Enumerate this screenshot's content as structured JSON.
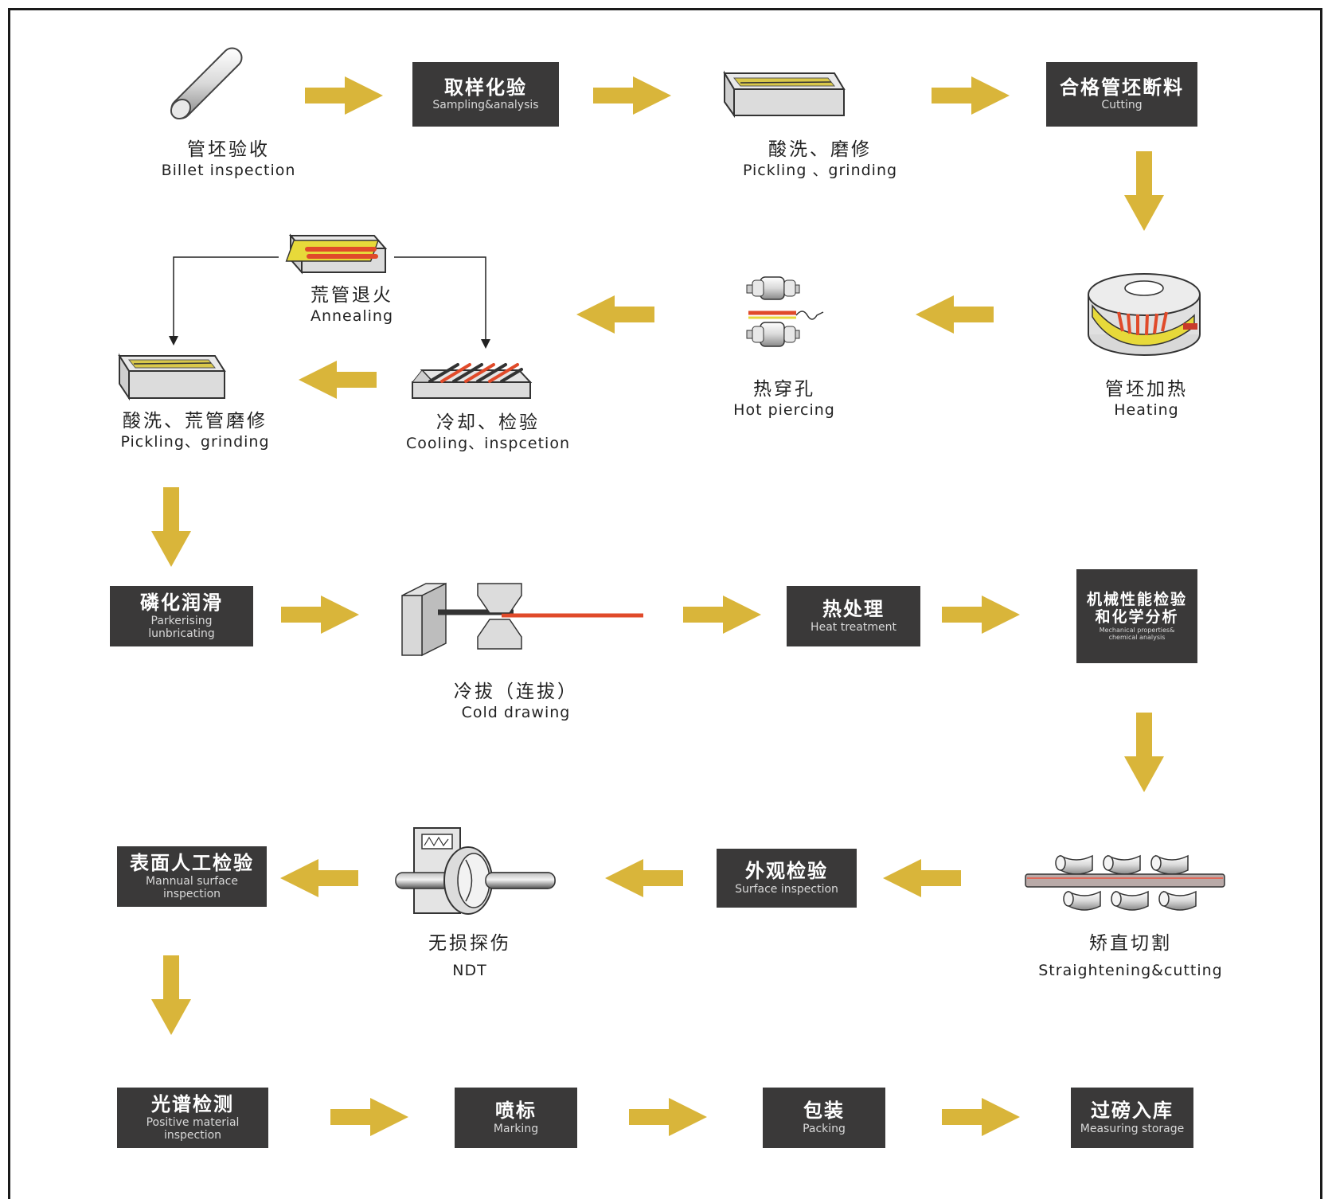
{
  "colors": {
    "arrow": "#d9b53a",
    "box": "#3a3939",
    "frame": "#1a1a1a",
    "hot": "#e04a2a",
    "metal": "#d8d8d8"
  },
  "steps": [
    {
      "id": "billet",
      "zh": "管坯验收",
      "en": "Billet  inspection",
      "icon": "billet-rod-icon"
    },
    {
      "id": "sampling",
      "zh": "取样化验",
      "en": "Sampling&analysis"
    },
    {
      "id": "pickling1",
      "zh": "酸洗、磨修",
      "en": "Pickling 、grinding",
      "icon": "pickling-tank-icon"
    },
    {
      "id": "cutting",
      "zh": "合格管坯断料",
      "en": "Cutting"
    },
    {
      "id": "heating",
      "zh": "管坯加热",
      "en": "Heating",
      "icon": "rotary-furnace-icon"
    },
    {
      "id": "piercing",
      "zh": "热穿孔",
      "en": "Hot piercing",
      "icon": "piercing-rolls-icon"
    },
    {
      "id": "annealing",
      "zh": "荒管退火",
      "en": "Annealing",
      "icon": "annealing-furnace-icon"
    },
    {
      "id": "cooling",
      "zh": "冷却、检验",
      "en": "Cooling、inspcetion",
      "icon": "cooling-bed-icon"
    },
    {
      "id": "pickling2",
      "zh": "酸洗、荒管磨修",
      "en": "Pickling、grinding",
      "icon": "pickling-tank-icon"
    },
    {
      "id": "lubrication",
      "zh": "磷化润滑",
      "en1": "Parkerising",
      "en2": "lunbricating"
    },
    {
      "id": "drawing",
      "zh": "冷拔（连拔）",
      "en": "Cold drawing",
      "icon": "cold-drawing-die-icon"
    },
    {
      "id": "heat_treatment",
      "zh": "热处理",
      "en": "Heat treatment"
    },
    {
      "id": "mech_test",
      "zh1": "机械性能检验",
      "zh2": "和化学分析",
      "en": "Mechanical properties& chemical analysis"
    },
    {
      "id": "straightening",
      "zh": "矫直切割",
      "en": "Straightening&cutting",
      "icon": "straightening-rolls-icon"
    },
    {
      "id": "surface",
      "zh": "外观检验",
      "en": "Surface inspection"
    },
    {
      "id": "ndt",
      "zh": "无损探伤",
      "en": "NDT",
      "icon": "ndt-tester-icon"
    },
    {
      "id": "manual",
      "zh": "表面人工检验",
      "en1": "Mannual surface",
      "en2": "inspection"
    },
    {
      "id": "spectro",
      "zh": "光谱检测",
      "en1": "Positive material",
      "en2": "inspection"
    },
    {
      "id": "marking",
      "zh": "喷标",
      "en": "Marking"
    },
    {
      "id": "packing",
      "zh": "包装",
      "en": "Packing"
    },
    {
      "id": "storage",
      "zh": "过磅入库",
      "en": "Measuring storage"
    }
  ]
}
